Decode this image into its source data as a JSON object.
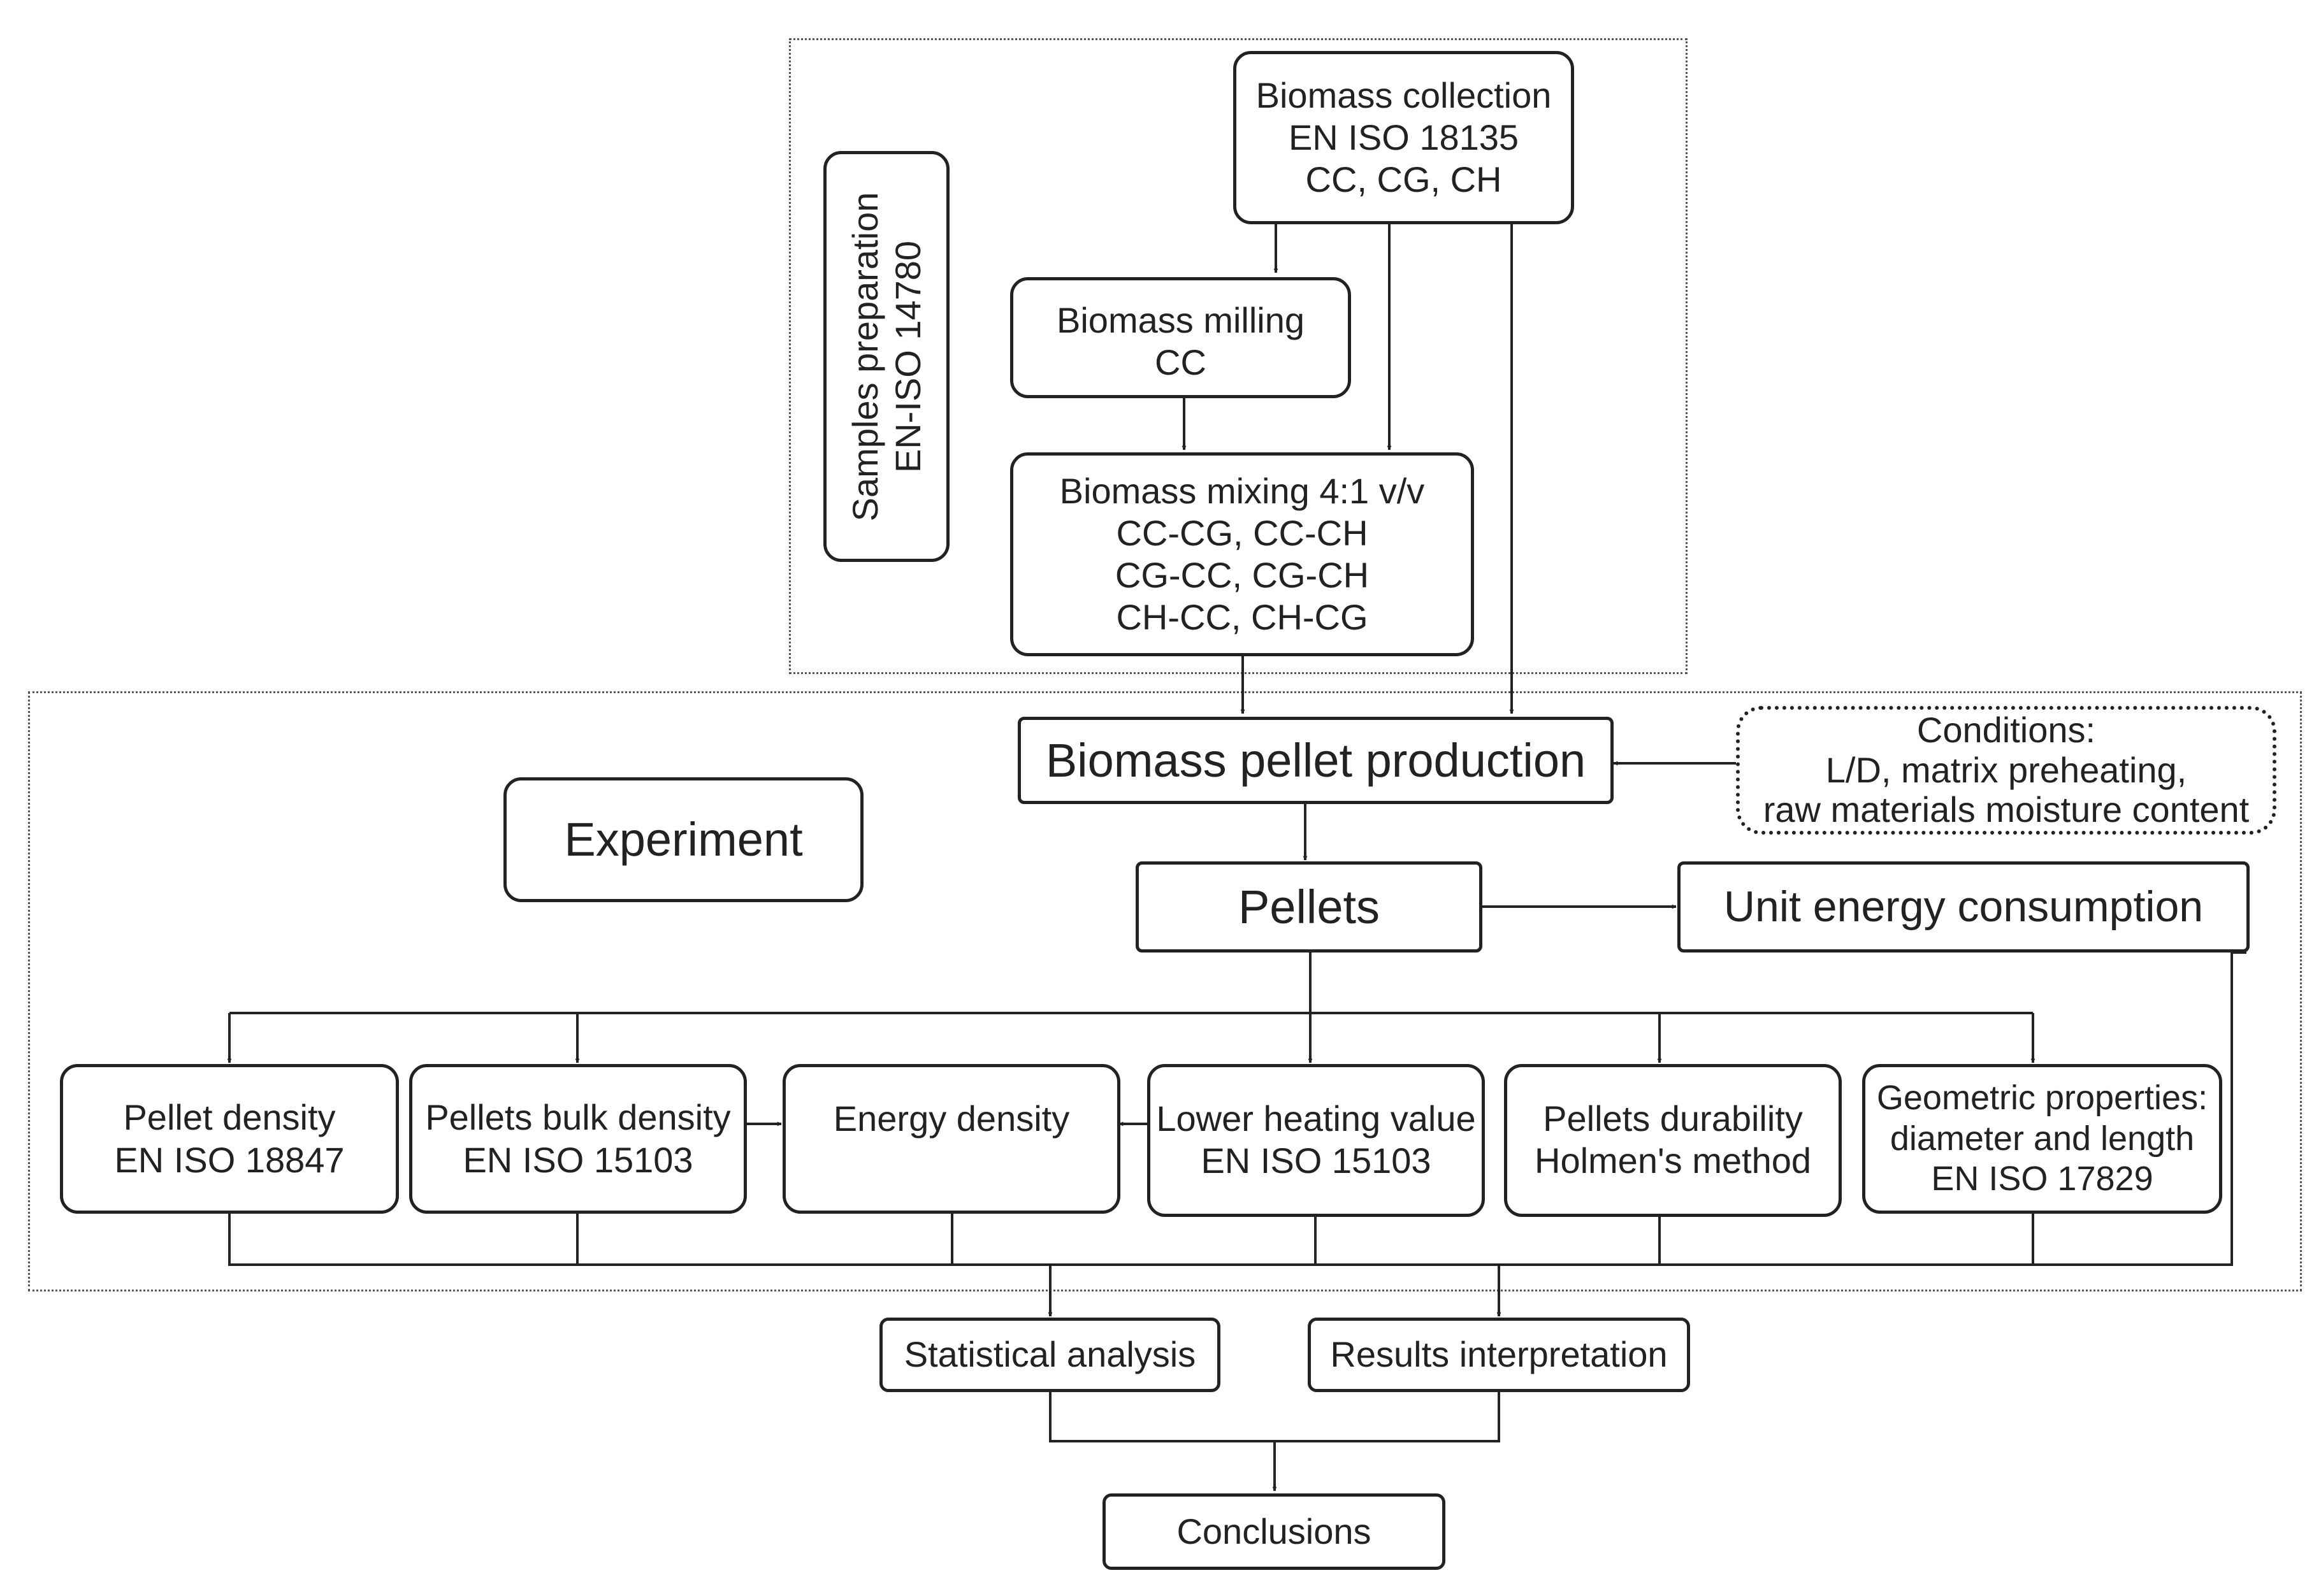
{
  "groups": {
    "samples_preparation": [
      "Samples preparation",
      "EN-ISO 14780"
    ],
    "experiment": "Experiment"
  },
  "nodes": {
    "biomass_collection": [
      "Biomass collection",
      "EN ISO 18135",
      "CC, CG, CH"
    ],
    "biomass_milling": [
      "Biomass milling",
      "CC"
    ],
    "biomass_mixing": [
      "Biomass mixing 4:1 v/v",
      "CC-CG, CC-CH",
      "CG-CC, CG-CH",
      "CH-CC, CH-CG"
    ],
    "pellet_production": "Biomass pellet production",
    "conditions": [
      "Conditions:",
      "L/D, matrix preheating,",
      "raw materials moisture content"
    ],
    "pellets": "Pellets",
    "unit_energy": "Unit energy consumption",
    "pellet_density": [
      "Pellet density",
      "EN ISO 18847"
    ],
    "bulk_density": [
      "Pellets bulk density",
      "EN ISO 15103"
    ],
    "energy_density": "Energy density",
    "lower_heating": [
      "Lower heating value",
      "EN ISO 15103"
    ],
    "durability": [
      "Pellets durability",
      "Holmen's method"
    ],
    "geometric": [
      "Geometric properties:",
      "diameter and length",
      "EN ISO 17829"
    ],
    "statistical": "Statistical analysis",
    "results": "Results interpretation",
    "conclusions": "Conclusions"
  }
}
